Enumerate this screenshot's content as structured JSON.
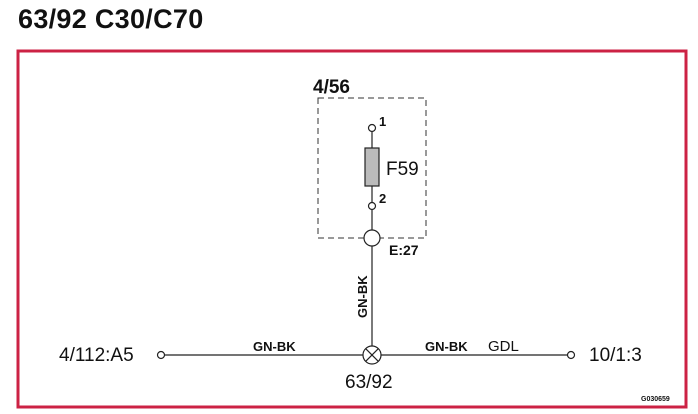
{
  "page": {
    "title": "63/92 C30/C70"
  },
  "diagram": {
    "frame_color": "#cc2244",
    "module": {
      "label": "4/56"
    },
    "fuse": {
      "label": "F59",
      "pin_top": "1",
      "pin_bottom": "2"
    },
    "junction_top": {
      "label": "E:27"
    },
    "vertical_wire": {
      "color": "GN-BK"
    },
    "left_wire": {
      "color": "GN-BK"
    },
    "right_wire": {
      "color": "GN-BK",
      "extra": "GDL"
    },
    "left_terminal": {
      "label": "4/112:A5"
    },
    "right_terminal": {
      "label": "10/1:3"
    },
    "ground_junction": {
      "label": "63/92"
    },
    "figure_code": "G030659"
  }
}
